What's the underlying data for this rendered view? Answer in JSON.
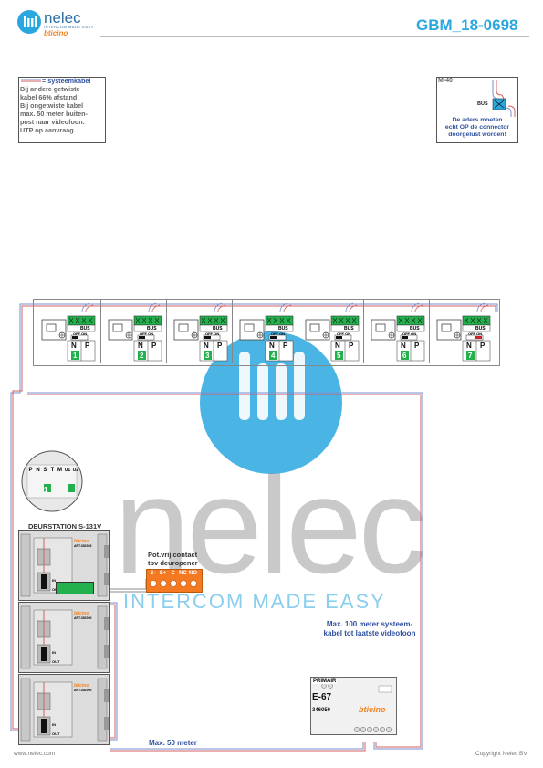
{
  "header": {
    "logo_name": "nelec",
    "logo_tagline": "INTERCOM MADE EASY",
    "logo_brand": "bticino",
    "doc_number": "GBM_18-0698"
  },
  "legend": {
    "title": "= systeemkabel",
    "lines": [
      "Bij andere getwiste",
      "kabel 66% afstand!",
      "Bij ongetwiste kabel",
      "max. 50 meter buiten-",
      "post naar videofoon.",
      "UTP op aanvraag."
    ]
  },
  "m40": {
    "title": "M-40",
    "bus_label": "BUS",
    "note": [
      "De aders moeten",
      "echt OP de connector",
      "doorgelust worden!"
    ]
  },
  "videophones": {
    "unit_numbers": [
      "1",
      "2",
      "3",
      "4",
      "5",
      "6",
      "7"
    ],
    "bus_label": "BUS",
    "off_on_label": "OFF ON",
    "n_label": "N",
    "p_label": "P"
  },
  "door_station": {
    "title": "DEURSTATION S-131V",
    "dip_labels": [
      "P",
      "N",
      "S",
      "T",
      "M",
      "U1",
      "U2"
    ],
    "dip_value": "1",
    "module_codes": [
      "ART.352303",
      "ART.352000",
      "ART.352000"
    ],
    "brand": "bticino",
    "in_label": "IN",
    "out_label": "OUT"
  },
  "door_contact": {
    "title": [
      "Pot.vrij contact",
      "tbv deuropener"
    ],
    "terminals": [
      "S-",
      "S+",
      "C",
      "NC",
      "NO"
    ]
  },
  "power_supply": {
    "label_primary": "PRIMAIR",
    "model": "E-67",
    "code": "346050",
    "brand": "bticino"
  },
  "notes": {
    "max_100": [
      "Max. 100 meter systeem-",
      "kabel tot laatste videofoon"
    ],
    "max_50": "Max. 50 meter"
  },
  "watermark": {
    "big": "nelec",
    "tagline": "INTERCOM MADE EASY"
  },
  "footer": {
    "left": "www.nelec.com",
    "right": "Copyright Nelec BV"
  },
  "colors": {
    "accent": "#2aa7df",
    "note_blue": "#2e4f9e",
    "terminal_green": "#22b14c",
    "contact_orange": "#f47920"
  }
}
